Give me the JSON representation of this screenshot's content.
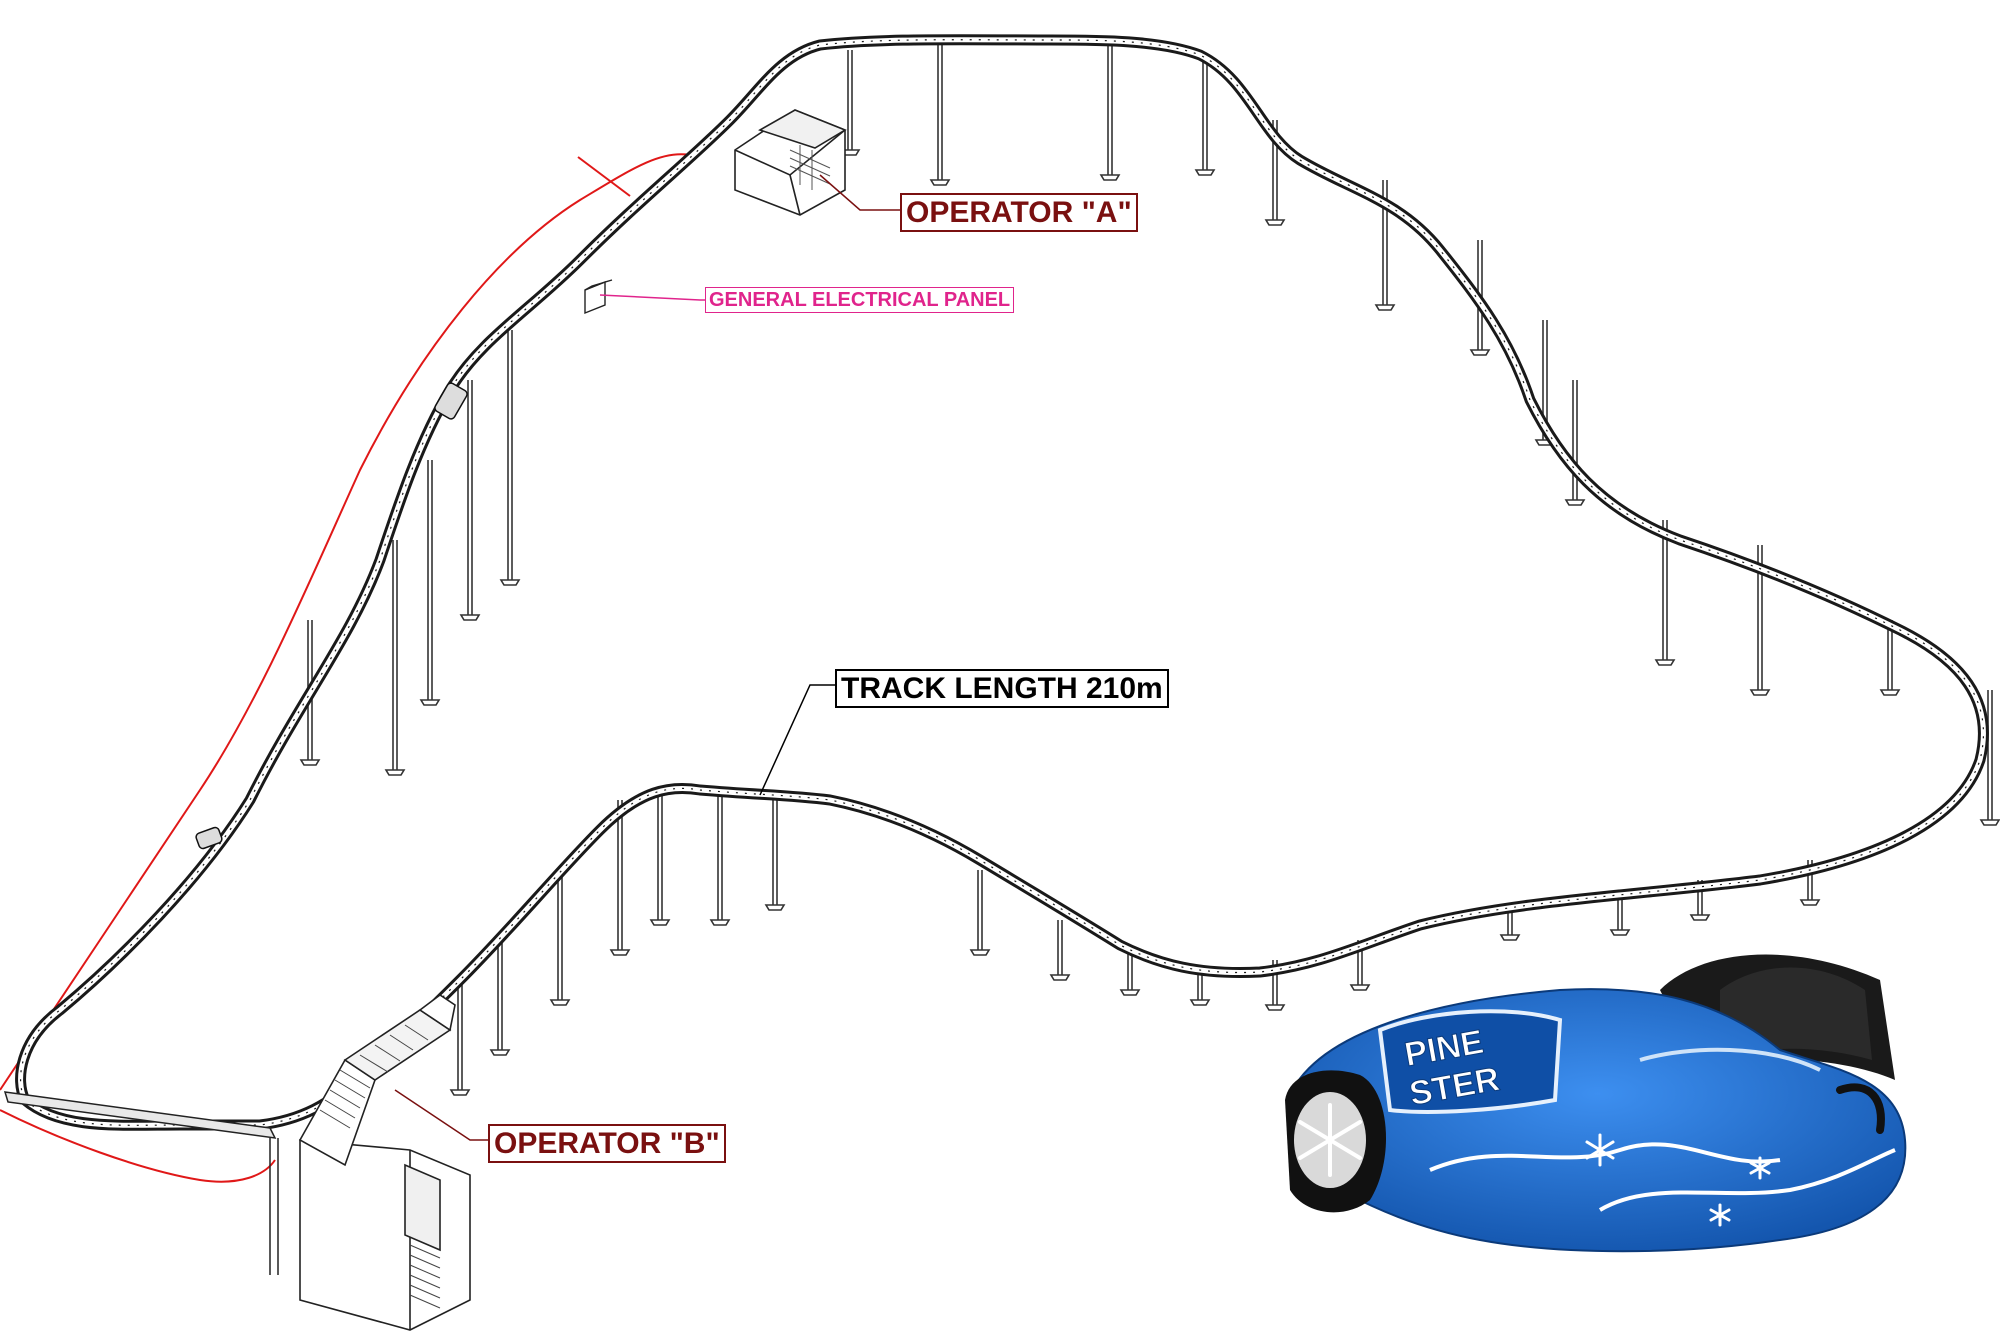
{
  "labels": {
    "operator_a": "OPERATOR \"A\"",
    "operator_b": "OPERATOR \"B\"",
    "electrical_panel": "GENERAL ELECTRICAL PANEL",
    "track_length": "TRACK LENGTH 210m"
  },
  "sled_logo_text": [
    "PINE",
    "STER"
  ],
  "colors": {
    "operator_label": "#7a1010",
    "panel_label": "#e0248c",
    "safety_line": "#e01818",
    "track": "#1a1a1a",
    "sled_body": "#1a6fd1",
    "sled_dark": "#0f4fa6"
  },
  "icons": {
    "sled_emblem": "snowflake-icon"
  }
}
